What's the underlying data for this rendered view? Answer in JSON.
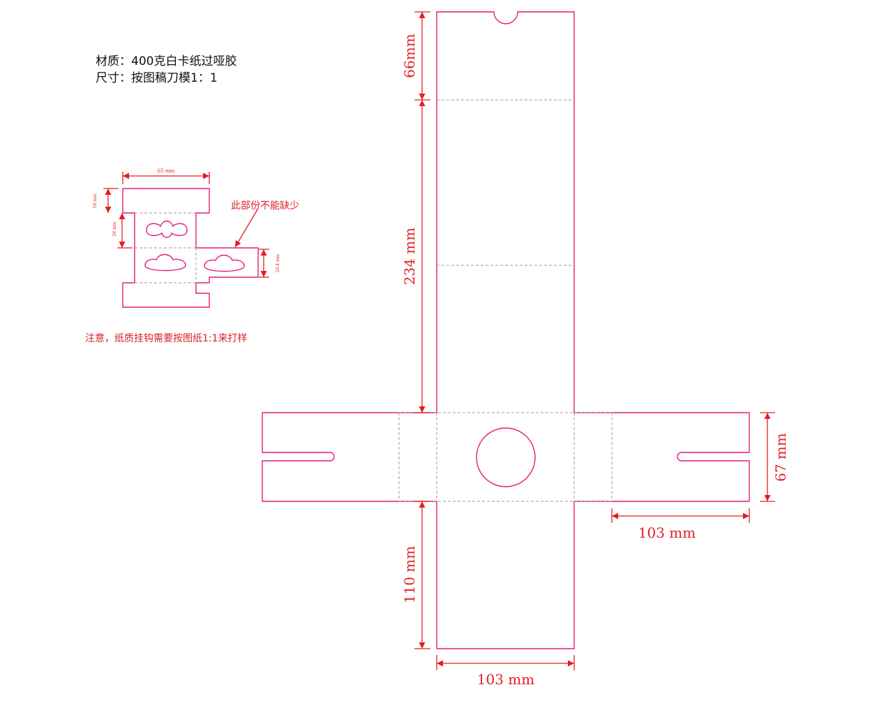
{
  "notes": {
    "material": "材质：400克白卡纸过哑胶",
    "size": "尺寸：按图稿刀模1：1"
  },
  "small_diagram": {
    "width_label": "65 mm",
    "top_flap_label": "18 mm",
    "panel_label": "26 mm",
    "side_tab_label": "20.4 mm",
    "callout": "此部份不能缺少"
  },
  "warning": "注意，纸质挂钩需要按图纸1:1来打样",
  "dimensions": {
    "top_flap": "66mm",
    "main_panel": "234 mm",
    "bottom_panel": "110 mm",
    "bottom_width": "103 mm",
    "side_height": "67 mm",
    "side_width": "103 mm"
  },
  "colors": {
    "cut_line": "#e6197e",
    "fold_line": "#9a9a9a",
    "dimension": "#e31e24"
  }
}
